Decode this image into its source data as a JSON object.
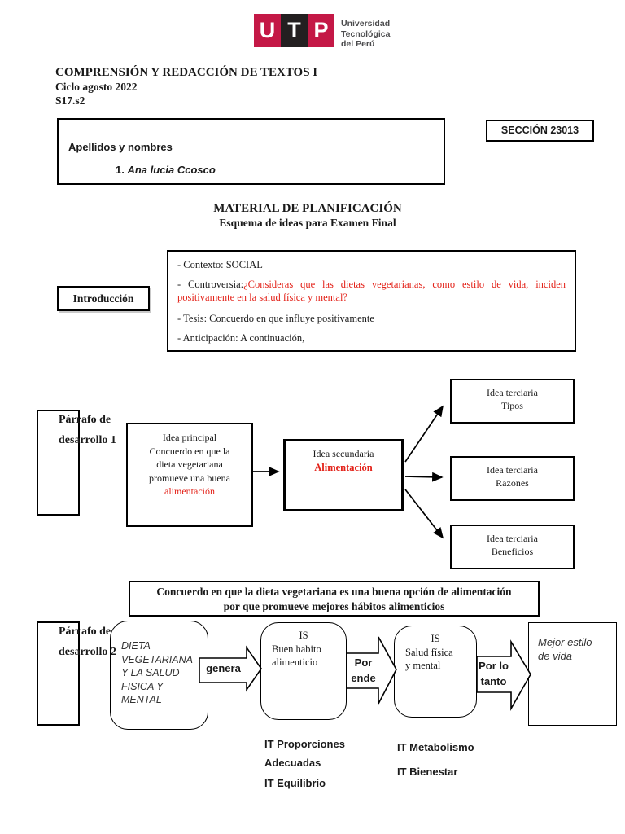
{
  "colors": {
    "brand": "#C41846",
    "accent_red": "#E32219"
  },
  "logo": {
    "tile1": "U",
    "tile2": "T",
    "tile3": "P",
    "org_name": "Universidad\nTecnológica\ndel Perú"
  },
  "header": {
    "course": "COMPRENSIÓN Y REDACCIÓN DE TEXTOS I",
    "cycle": "Ciclo agosto 2022",
    "session": "S17.s2"
  },
  "students": {
    "label": "Apellidos y nombres",
    "item_number": "1.",
    "item_name": "Ana lucia Ccosco"
  },
  "section": {
    "label": "SECCIÓN 23013"
  },
  "doc": {
    "title": "MATERIAL DE PLANIFICACIÓN",
    "subtitle": "Esquema de ideas para Examen Final"
  },
  "intro": {
    "label": "Introducción",
    "contexto": "- Contexto: SOCIAL",
    "controversia_label": "- Controversia:",
    "controversia_text": "¿Consideras que las dietas vegetarianas, como estilo de vida, inciden positivamente en la salud física y mental?",
    "tesis": "- Tesis: Concuerdo en que influye positivamente",
    "anticipacion": "- Anticipación: A continuación,"
  },
  "dev1": {
    "label": "Párrafo de\ndesarrollo 1",
    "main": {
      "title": "Idea principal",
      "line1": "Concuerdo en que la",
      "line2": "dieta vegetariana",
      "line3": "promueve una buena",
      "red": "alimentación"
    },
    "secondary": {
      "title": "Idea secundaria",
      "red": "Alimentación"
    },
    "tertiary": [
      {
        "title": "Idea terciaria",
        "value": "Tipos"
      },
      {
        "title": "Idea terciaria",
        "value": "Razones"
      },
      {
        "title": "Idea terciaria",
        "value": "Beneficios"
      }
    ]
  },
  "banner": {
    "line1": "Concuerdo en que la dieta vegetariana es una buena opción de alimentación",
    "line2": "por que promueve mejores hábitos alimenticios"
  },
  "dev2": {
    "label": "Párrafo de\ndesarrollo 2",
    "node1": "DIETA\nVEGETARIANA\nY LA SALUD\nFISICA Y\nMENTAL",
    "arrow1": "genera",
    "node2_title": "IS",
    "node2_text": "Buen habito\nalimenticio",
    "arrow2": "Por\nende",
    "node3_title": "IS",
    "node3_text": "Salud física\ny mental",
    "arrow3": "Por lo\ntanto",
    "node4": "Mejor estilo\nde vida",
    "it_labels": {
      "left1": "IT Proporciones Adecuadas",
      "left2": "IT Equilibrio",
      "right1": "IT Metabolismo",
      "right2": "IT Bienestar"
    }
  }
}
